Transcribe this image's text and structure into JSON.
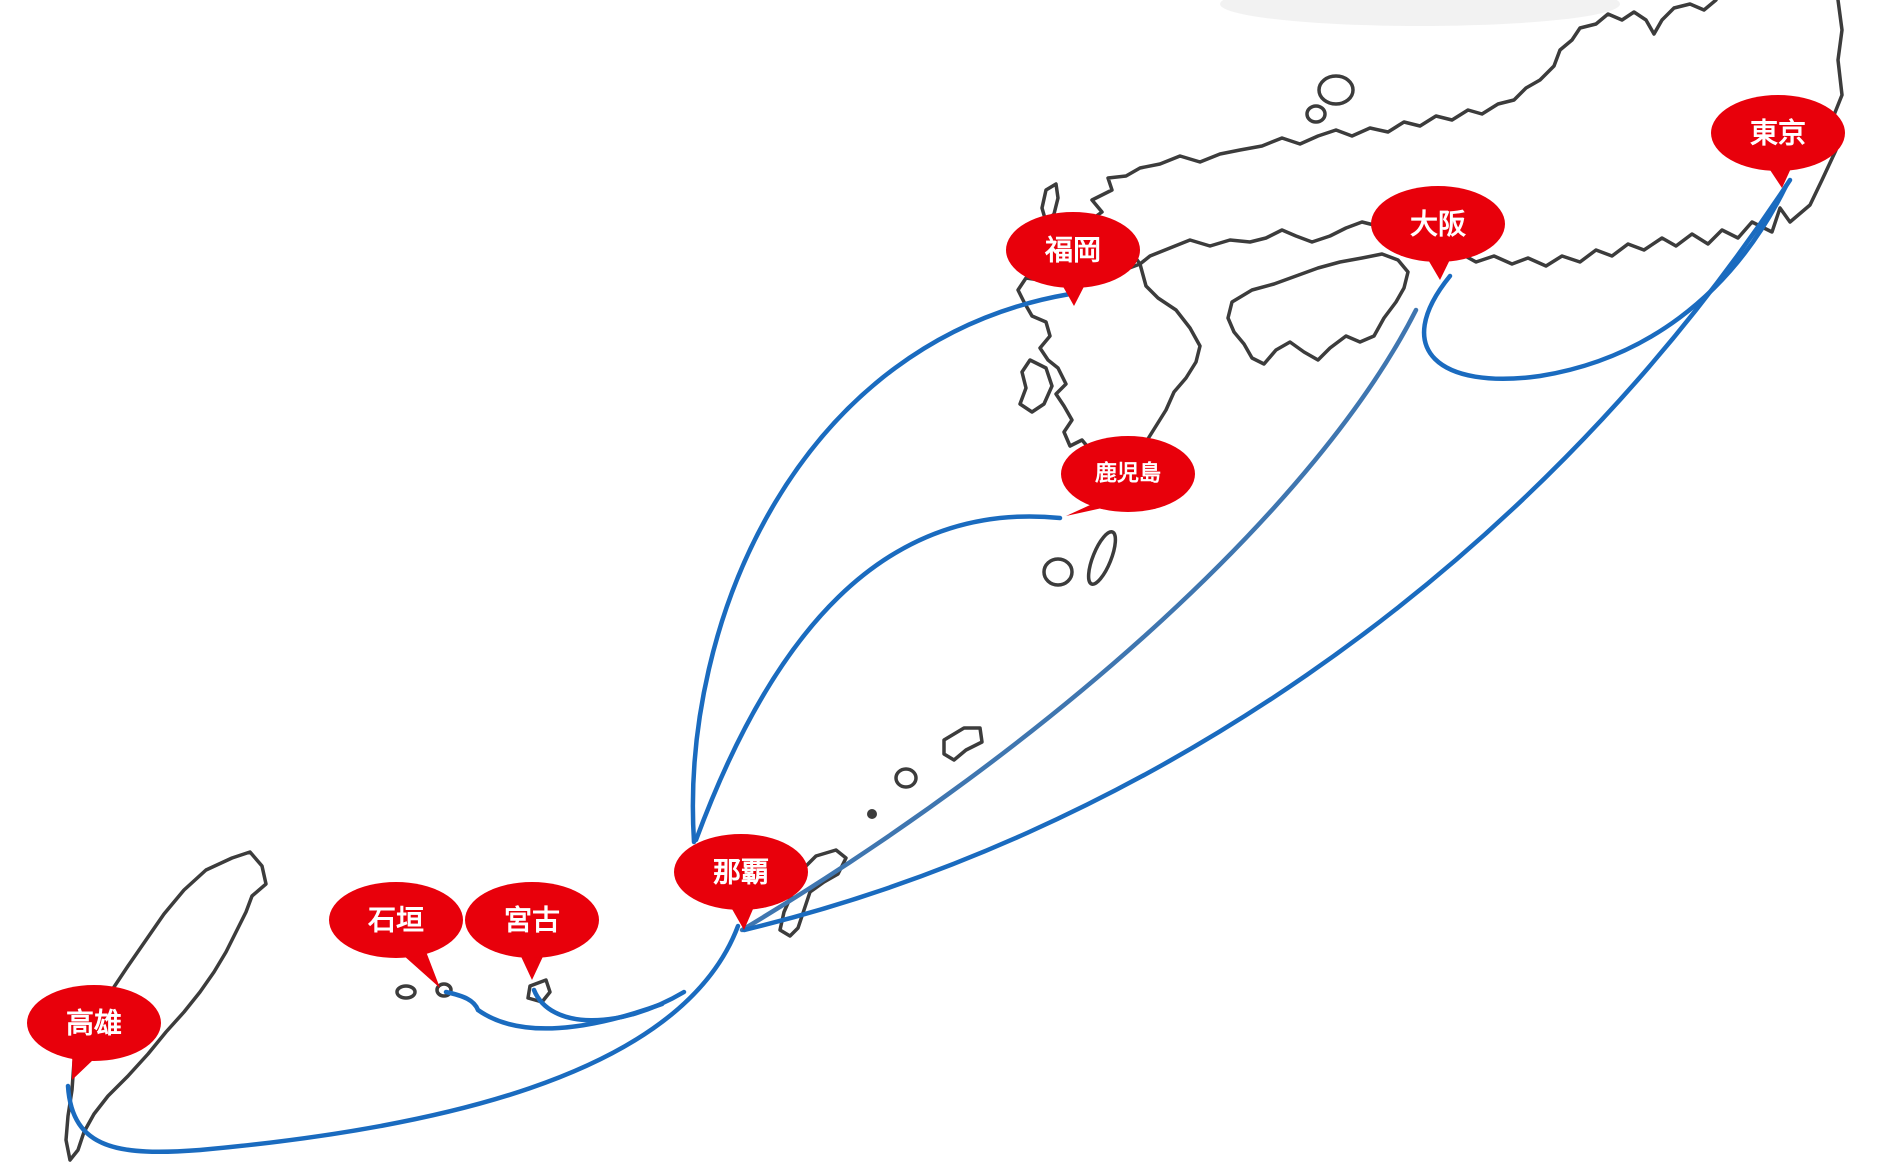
{
  "map": {
    "route_color": "#1a6bbf",
    "marker_color": "#e8000b",
    "marker_text_color": "#ffffff",
    "coastline_color": "#3c3c3c"
  },
  "ports": [
    {
      "id": "tokyo",
      "label": "東京"
    },
    {
      "id": "osaka",
      "label": "大阪"
    },
    {
      "id": "fukuoka",
      "label": "福岡"
    },
    {
      "id": "kagoshima",
      "label": "鹿児島"
    },
    {
      "id": "naha",
      "label": "那覇"
    },
    {
      "id": "miyako",
      "label": "宮古"
    },
    {
      "id": "ishigaki",
      "label": "石垣"
    },
    {
      "id": "kaohsiung",
      "label": "高雄"
    }
  ]
}
